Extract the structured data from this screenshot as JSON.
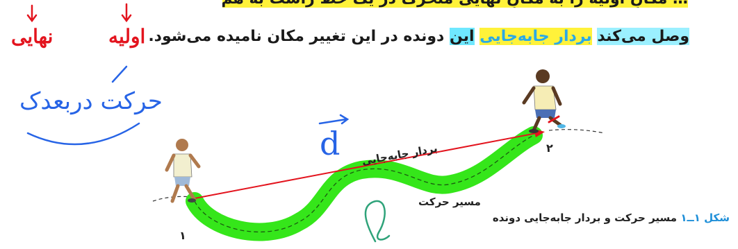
{
  "text": {
    "top_line_fragment": "… مکانِ اولیه را به مکانِ نهایی متحرک در یک خط راست به هم …",
    "main_line": {
      "part1": "وصل می‌کند",
      "part2": "بردار جابه‌جایی",
      "part3": "این",
      "part4": "دونده در این تغییر مکان نامیده می‌شود."
    }
  },
  "figure": {
    "displacement_label": "بردار جابه‌جایی",
    "path_label": "مسیر حرکت",
    "start_point": "۱",
    "end_point": "۲",
    "caption_number": "شکل ۱ــ۱",
    "caption_text": "مسیر حرکت و بردار جابه‌جایی دونده"
  },
  "annotations": {
    "final_word": "نهایی",
    "initial_word": "اولیه",
    "motion_note": "حرکت دربعدک",
    "vector_letter": "d",
    "path_letter": "l"
  },
  "colors": {
    "highlight_yellow": "#fff23a",
    "highlight_cyan": "#6fe8ff",
    "path_green": "#35e61a",
    "vector_red": "#e3141e",
    "ink_blue": "#2764e6",
    "ink_red": "#e3141e",
    "caption_blue": "#1f8fd8"
  }
}
